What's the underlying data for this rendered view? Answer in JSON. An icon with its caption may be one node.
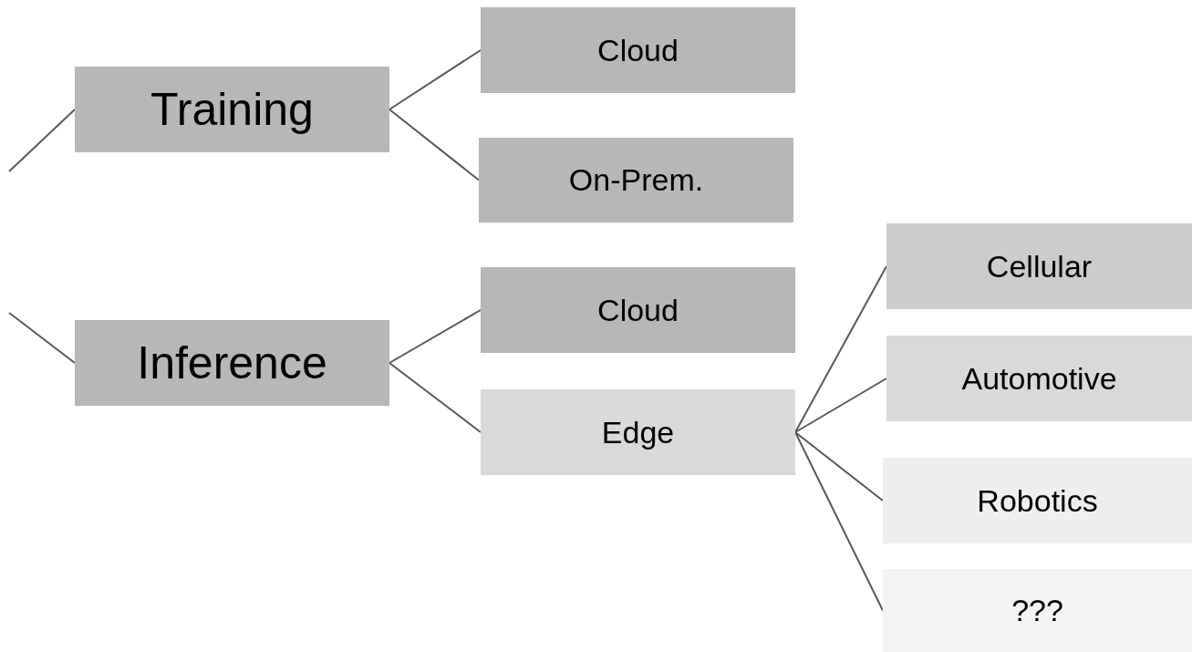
{
  "diagram": {
    "nodes": [
      {
        "text": [
          "Training"
        ]
      },
      {
        "text": [
          "Cloud"
        ]
      },
      {
        "text": [
          "On-Prem."
        ]
      },
      {
        "text": [
          "Inference"
        ]
      },
      {
        "text": [
          "Cloud"
        ]
      },
      {
        "text": [
          "Edge"
        ]
      },
      {
        "text": [
          "Cellular"
        ]
      },
      {
        "text": [
          "Automotive"
        ]
      },
      {
        "text": [
          "Robotics"
        ]
      },
      {
        "text": [
          "???"
        ]
      }
    ],
    "edges": [
      {
        "from": null,
        "to": 0,
        "arrow": "none"
      },
      {
        "from": 0,
        "to": 1,
        "arrow": "none"
      },
      {
        "from": 0,
        "to": 2,
        "arrow": "none"
      },
      {
        "from": null,
        "to": 3,
        "arrow": "none"
      },
      {
        "from": 3,
        "to": 4,
        "arrow": "none"
      },
      {
        "from": 3,
        "to": 5,
        "arrow": "none"
      },
      {
        "from": 5,
        "to": 6,
        "arrow": "none"
      },
      {
        "from": 5,
        "to": 7,
        "arrow": "none"
      },
      {
        "from": 5,
        "to": 8,
        "arrow": "none"
      },
      {
        "from": 5,
        "to": 9,
        "arrow": "none"
      }
    ]
  }
}
